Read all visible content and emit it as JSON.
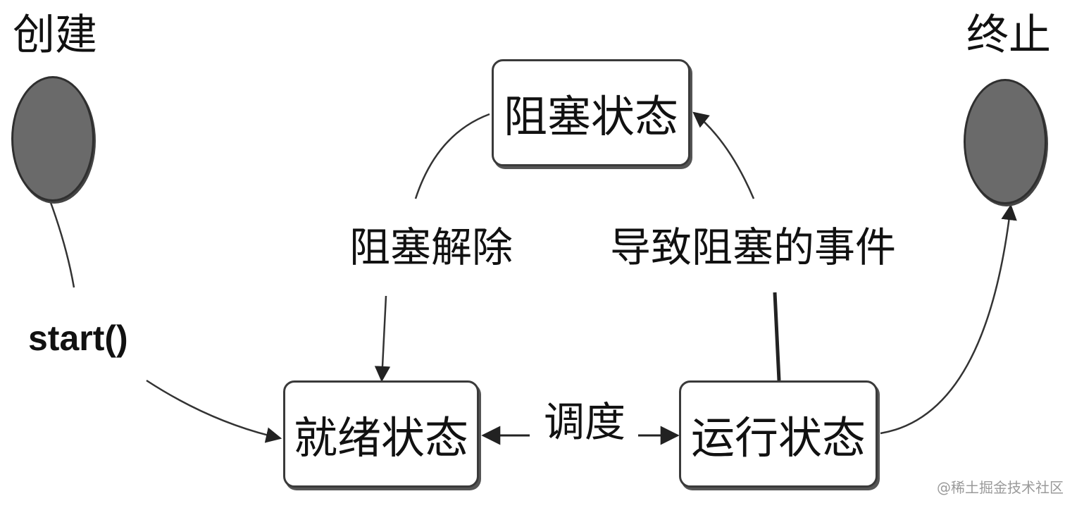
{
  "nodes": {
    "create_label": "创建",
    "terminate_label": "终止"
  },
  "states": {
    "blocked": "阻塞状态",
    "ready": "就绪状态",
    "running": "运行状态"
  },
  "transitions": {
    "start": "start()",
    "unblock": "阻塞解除",
    "block_event": "导致阻塞的事件",
    "schedule": "调度"
  },
  "watermark": "@稀土掘金技术社区",
  "colors": {
    "node_fill": "#6a6a6a",
    "stroke": "#3a3a3a",
    "text": "#111111",
    "watermark": "#9a9a9a"
  }
}
